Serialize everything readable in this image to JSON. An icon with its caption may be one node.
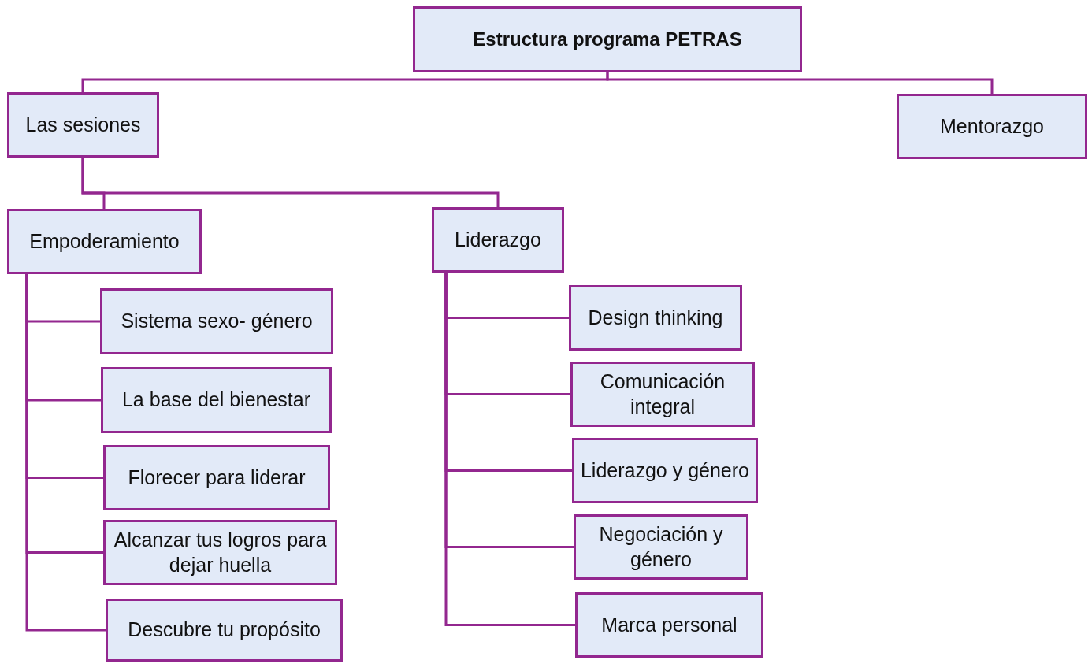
{
  "diagram": {
    "nodes": [
      {
        "text": [
          "Estructura programa PETRAS"
        ]
      },
      {
        "text": [
          "Las sesiones"
        ]
      },
      {
        "text": [
          "Mentorazgo"
        ]
      },
      {
        "text": [
          "Empoderamiento"
        ]
      },
      {
        "text": [
          "Liderazgo"
        ]
      },
      {
        "text": [
          "Sistema sexo- género"
        ]
      },
      {
        "text": [
          "La base del bienestar"
        ]
      },
      {
        "text": [
          "Florecer para liderar"
        ]
      },
      {
        "text": [
          "Alcanzar tus logros para dejar huella"
        ]
      },
      {
        "text": [
          "Descubre tu propósito"
        ]
      },
      {
        "text": [
          "Design thinking"
        ]
      },
      {
        "text": [
          "Comunicación integral"
        ]
      },
      {
        "text": [
          "Liderazgo y género"
        ]
      },
      {
        "text": [
          "Negociación y género"
        ]
      },
      {
        "text": [
          "Marca personal"
        ]
      }
    ],
    "edges": [
      {
        "from": 0,
        "to": 1,
        "arrow": "none"
      },
      {
        "from": 0,
        "to": 2,
        "arrow": "none"
      },
      {
        "from": 1,
        "to": 3,
        "arrow": "none"
      },
      {
        "from": 1,
        "to": 4,
        "arrow": "none"
      },
      {
        "from": 3,
        "to": 5,
        "arrow": "none"
      },
      {
        "from": 3,
        "to": 6,
        "arrow": "none"
      },
      {
        "from": 3,
        "to": 7,
        "arrow": "none"
      },
      {
        "from": 3,
        "to": 8,
        "arrow": "none"
      },
      {
        "from": 3,
        "to": 9,
        "arrow": "none"
      },
      {
        "from": 4,
        "to": 10,
        "arrow": "none"
      },
      {
        "from": 4,
        "to": 11,
        "arrow": "none"
      },
      {
        "from": 4,
        "to": 12,
        "arrow": "none"
      },
      {
        "from": 4,
        "to": 13,
        "arrow": "none"
      },
      {
        "from": 4,
        "to": 14,
        "arrow": "none"
      }
    ]
  }
}
